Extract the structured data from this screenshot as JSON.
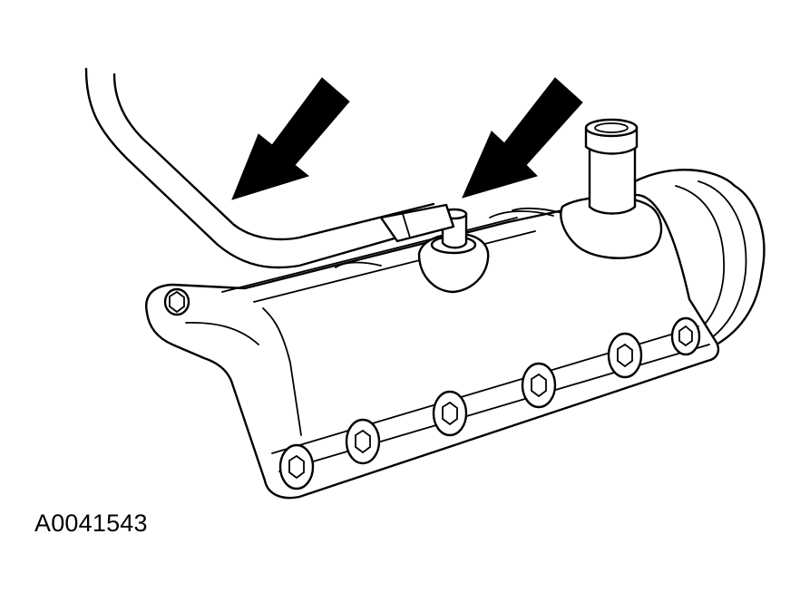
{
  "figure": {
    "reference_id": "A0041543",
    "colors": {
      "line": "#000000",
      "background": "#ffffff"
    },
    "callouts": [
      {
        "name": "hose-callout-arrow",
        "points_to": "hose"
      },
      {
        "name": "sensor-callout-arrow",
        "points_to": "connector"
      }
    ]
  }
}
